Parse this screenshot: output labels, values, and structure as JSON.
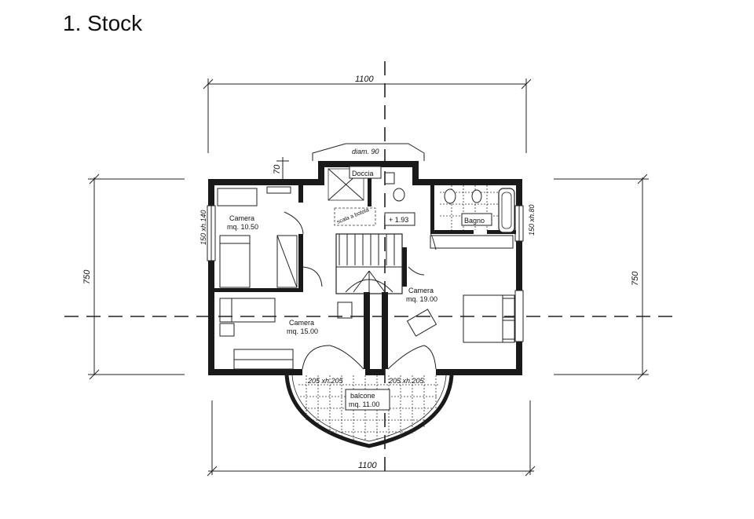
{
  "title": "1. Stock",
  "dimensions": {
    "top": "1100",
    "bottom": "1100",
    "left": "750",
    "right": "750",
    "gap": "70",
    "door_top": "diam. 90",
    "window_left": "150 xh.140",
    "window_right": "150 xh.80",
    "balcony_left": "205 xh.205",
    "balcony_right": "205 xh.205"
  },
  "rooms": {
    "doccia": "Doccia",
    "bagno": "Bagno",
    "scala_note": "scala a botola",
    "level": "+ 1.93",
    "camera1_name": "Camera",
    "camera1_area": "mq. 10.50",
    "camera2_name": "Camera",
    "camera2_area": "mq. 15.00",
    "camera3_name": "Camera",
    "camera3_area": "mq. 19.00",
    "balcony_name": "balcone",
    "balcony_area": "mq. 11.00"
  }
}
